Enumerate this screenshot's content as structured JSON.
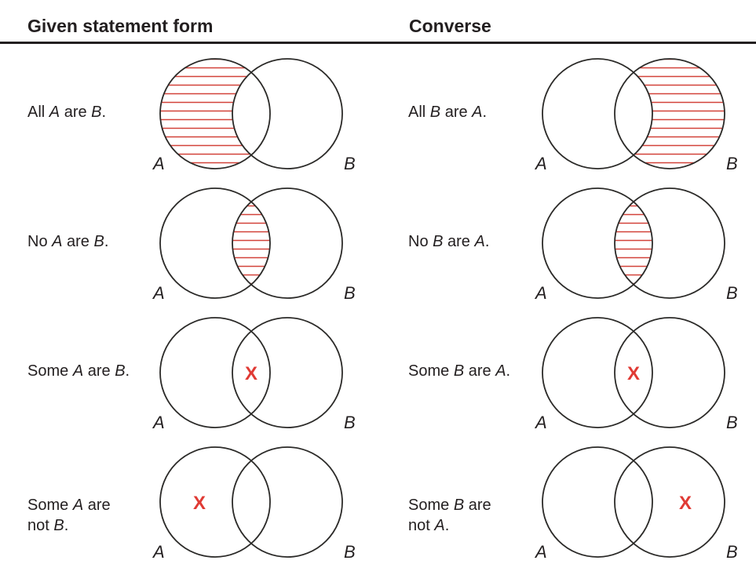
{
  "header": {
    "given_col": "Given statement form",
    "converse_col": "Converse"
  },
  "colors": {
    "hatch_red": "#d24239",
    "x_red": "#e03a34",
    "circle_stroke": "#2b2a28",
    "text": "#231f20",
    "rule": "#231f20",
    "background": "#ffffff"
  },
  "venn": {
    "left_circle_label": "A",
    "right_circle_label": "B",
    "x_symbol": "X"
  },
  "rows": [
    {
      "given": {
        "statement_lines": [
          [
            {
              "text": "All ",
              "italic": false
            },
            {
              "text": "A",
              "italic": true
            },
            {
              "text": " are ",
              "italic": false
            },
            {
              "text": "B",
              "italic": true
            },
            {
              "text": ".",
              "italic": false
            }
          ]
        ],
        "shaded_region": "A-only",
        "x_region": null
      },
      "converse": {
        "statement_lines": [
          [
            {
              "text": "All ",
              "italic": false
            },
            {
              "text": "B",
              "italic": true
            },
            {
              "text": " are ",
              "italic": false
            },
            {
              "text": "A",
              "italic": true
            },
            {
              "text": ".",
              "italic": false
            }
          ]
        ],
        "shaded_region": "B-only",
        "x_region": null
      }
    },
    {
      "given": {
        "statement_lines": [
          [
            {
              "text": "No ",
              "italic": false
            },
            {
              "text": "A",
              "italic": true
            },
            {
              "text": " are ",
              "italic": false
            },
            {
              "text": "B",
              "italic": true
            },
            {
              "text": ".",
              "italic": false
            }
          ]
        ],
        "shaded_region": "intersection",
        "x_region": null
      },
      "converse": {
        "statement_lines": [
          [
            {
              "text": "No ",
              "italic": false
            },
            {
              "text": "B",
              "italic": true
            },
            {
              "text": " are ",
              "italic": false
            },
            {
              "text": "A",
              "italic": true
            },
            {
              "text": ".",
              "italic": false
            }
          ]
        ],
        "shaded_region": "intersection",
        "x_region": null
      }
    },
    {
      "given": {
        "statement_lines": [
          [
            {
              "text": "Some ",
              "italic": false
            },
            {
              "text": "A",
              "italic": true
            },
            {
              "text": " are ",
              "italic": false
            },
            {
              "text": "B",
              "italic": true
            },
            {
              "text": ".",
              "italic": false
            }
          ]
        ],
        "shaded_region": null,
        "x_region": "intersection"
      },
      "converse": {
        "statement_lines": [
          [
            {
              "text": "Some ",
              "italic": false
            },
            {
              "text": "B",
              "italic": true
            },
            {
              "text": " are ",
              "italic": false
            },
            {
              "text": "A",
              "italic": true
            },
            {
              "text": ".",
              "italic": false
            }
          ]
        ],
        "shaded_region": null,
        "x_region": "intersection"
      }
    },
    {
      "given": {
        "statement_lines": [
          [
            {
              "text": "Some ",
              "italic": false
            },
            {
              "text": "A",
              "italic": true
            },
            {
              "text": " are",
              "italic": false
            }
          ],
          [
            {
              "text": "not ",
              "italic": false
            },
            {
              "text": "B",
              "italic": true
            },
            {
              "text": ".",
              "italic": false
            }
          ]
        ],
        "shaded_region": null,
        "x_region": "A-only"
      },
      "converse": {
        "statement_lines": [
          [
            {
              "text": "Some ",
              "italic": false
            },
            {
              "text": "B",
              "italic": true
            },
            {
              "text": " are",
              "italic": false
            }
          ],
          [
            {
              "text": "not ",
              "italic": false
            },
            {
              "text": "A",
              "italic": true
            },
            {
              "text": ".",
              "italic": false
            }
          ]
        ],
        "shaded_region": null,
        "x_region": "B-only"
      }
    }
  ]
}
